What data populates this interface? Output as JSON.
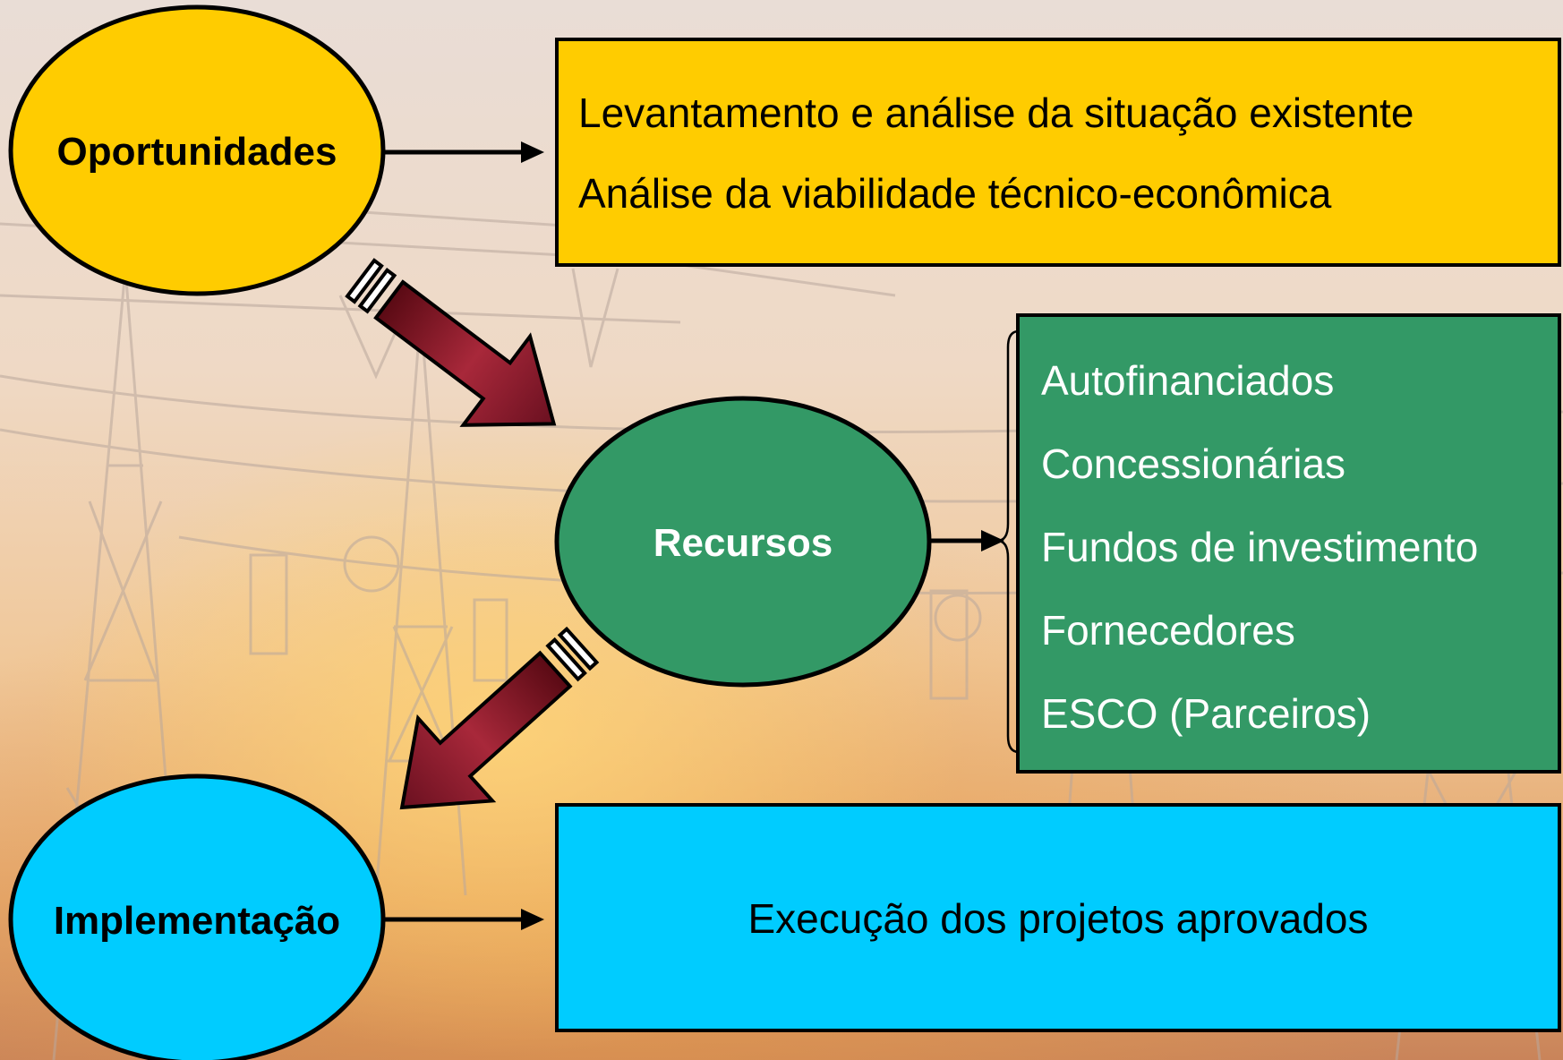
{
  "nodes": {
    "opportunities": {
      "label": "Oportunidades",
      "color": "#FFCC00"
    },
    "resources": {
      "label": "Recursos",
      "color": "#339966"
    },
    "implementation": {
      "label": "Implementação",
      "color": "#00CCFF"
    }
  },
  "boxes": {
    "opportunities": {
      "lines": [
        "Levantamento e análise da situação existente",
        "Análise da viabilidade técnico-econômica"
      ],
      "color": "#FFCC00"
    },
    "resources": {
      "lines": [
        "Autofinanciados",
        "Concessionárias",
        "Fundos de investimento",
        "Fornecedores",
        "ESCO (Parceiros)"
      ],
      "color": "#339966"
    },
    "implementation": {
      "lines": [
        "Execução dos projetos aprovados"
      ],
      "color": "#00CCFF"
    }
  },
  "arrow_color": "#8B1A2B",
  "background": "transmission-towers-photo"
}
